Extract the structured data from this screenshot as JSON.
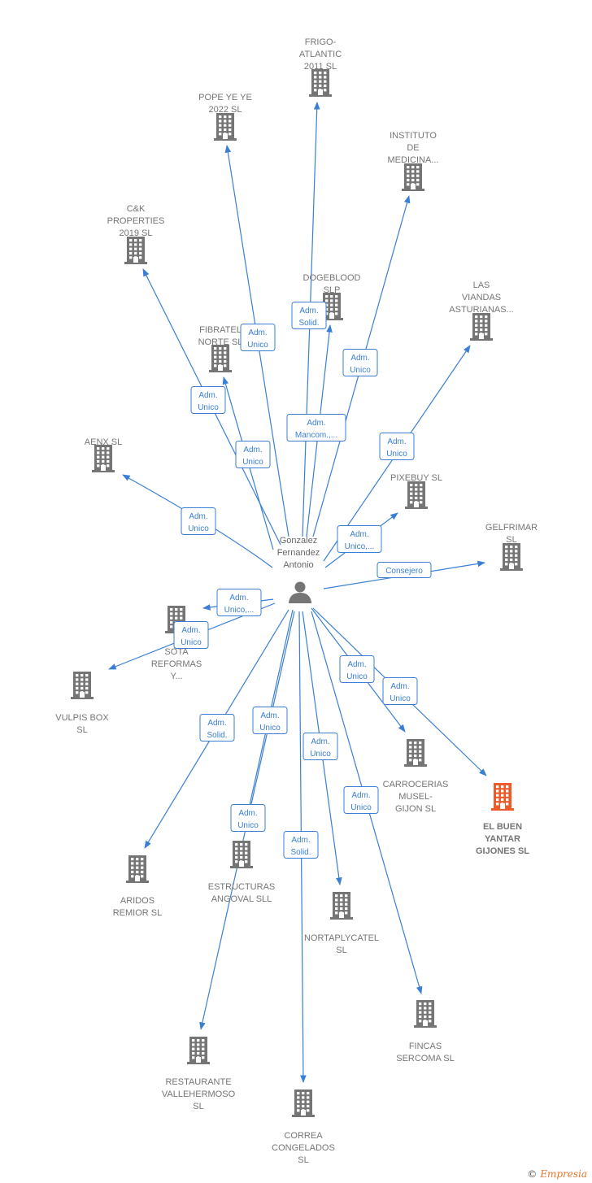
{
  "colors": {
    "edge": "#3a7fd5",
    "building": "#757575",
    "focus": "#f05a28",
    "person": "#757575",
    "label": "#757575"
  },
  "center": {
    "name": [
      "Gonzalez",
      "Fernandez",
      "Antonio"
    ],
    "icon": "person-icon"
  },
  "footer": {
    "copyright": "©",
    "brand": "Empresia"
  },
  "nodes": [
    {
      "id": "frigo",
      "label": [
        "FRIGO-",
        "ATLANTIC",
        "2011 SL"
      ],
      "icon": "building-icon"
    },
    {
      "id": "popeye",
      "label": [
        "POPE YE YE",
        "2022  SL"
      ],
      "icon": "building-icon"
    },
    {
      "id": "instituto",
      "label": [
        "INSTITUTO",
        "DE",
        "MEDICINA..."
      ],
      "icon": "building-icon"
    },
    {
      "id": "ck",
      "label": [
        "C&K",
        "PROPERTIES",
        "2019  SL"
      ],
      "icon": "building-icon"
    },
    {
      "id": "dogeblood",
      "label": [
        "DOGEBLOOD",
        "SLP"
      ],
      "icon": "building-icon"
    },
    {
      "id": "viandas",
      "label": [
        "LAS",
        "VIANDAS",
        "ASTURIANAS..."
      ],
      "icon": "building-icon"
    },
    {
      "id": "fibratel",
      "label": [
        "FIBRATEL",
        "NORTE  SL"
      ],
      "icon": "building-icon"
    },
    {
      "id": "aenx",
      "label": [
        "AENX  SL"
      ],
      "icon": "building-icon"
    },
    {
      "id": "pixebuy",
      "label": [
        "PIXEBUY  SL"
      ],
      "icon": "building-icon"
    },
    {
      "id": "gelfrimar",
      "label": [
        "GELFRIMAR",
        "SL"
      ],
      "icon": "building-icon"
    },
    {
      "id": "sota",
      "label": [
        "SOTA",
        "REFORMAS",
        "Y..."
      ],
      "icon": "building-icon"
    },
    {
      "id": "vulpis",
      "label": [
        "VULPIS BOX",
        "SL"
      ],
      "icon": "building-icon"
    },
    {
      "id": "carrocerias",
      "label": [
        "CARROCERIAS",
        "MUSEL-",
        "GIJON SL"
      ],
      "icon": "building-icon"
    },
    {
      "id": "buenyantar",
      "label": [
        "EL BUEN",
        "YANTAR",
        "GIJONES  SL"
      ],
      "icon": "building-icon",
      "focus": true
    },
    {
      "id": "aridos",
      "label": [
        "ARIDOS",
        "REMIOR  SL"
      ],
      "icon": "building-icon"
    },
    {
      "id": "estructuras",
      "label": [
        "ESTRUCTURAS",
        "ANGOVAL SLL"
      ],
      "icon": "building-icon"
    },
    {
      "id": "nortaply",
      "label": [
        "NORTAPLYCATEL",
        "SL"
      ],
      "icon": "building-icon"
    },
    {
      "id": "fincas",
      "label": [
        "FINCAS",
        "SERCOMA  SL"
      ],
      "icon": "building-icon"
    },
    {
      "id": "restaurante",
      "label": [
        "RESTAURANTE",
        "VALLEHERMOSO",
        "SL"
      ],
      "icon": "building-icon"
    },
    {
      "id": "correa",
      "label": [
        "CORREA",
        "CONGELADOS",
        "SL"
      ],
      "icon": "building-icon"
    }
  ],
  "edges": [
    {
      "to": "frigo",
      "label": [
        "Adm.",
        "Solid."
      ]
    },
    {
      "to": "popeye",
      "label": [
        "Adm.",
        "Unico"
      ]
    },
    {
      "to": "instituto",
      "label": [
        "Adm.",
        "Unico"
      ]
    },
    {
      "to": "ck",
      "label": [
        "Adm.",
        "Unico"
      ]
    },
    {
      "to": "dogeblood",
      "label": [
        "Adm.",
        "Mancom.,..."
      ]
    },
    {
      "to": "viandas",
      "label": [
        "Adm.",
        "Unico"
      ]
    },
    {
      "to": "fibratel",
      "label": [
        "Adm.",
        "Unico"
      ]
    },
    {
      "to": "aenx",
      "label": [
        "Adm.",
        "Unico"
      ]
    },
    {
      "to": "pixebuy",
      "label": [
        "Adm.",
        "Unico,..."
      ]
    },
    {
      "to": "gelfrimar",
      "label": [
        "Consejero"
      ]
    },
    {
      "to": "sota",
      "label": [
        "Adm.",
        "Unico,..."
      ]
    },
    {
      "to": "vulpis",
      "label": [
        "Adm.",
        "Unico"
      ]
    },
    {
      "to": "carrocerias",
      "label": [
        "Adm.",
        "Unico"
      ]
    },
    {
      "to": "buenyantar",
      "label": [
        "Adm.",
        "Unico"
      ]
    },
    {
      "to": "aridos",
      "label": [
        "Adm.",
        "Solid."
      ]
    },
    {
      "to": "estructuras",
      "label": [
        "Adm.",
        "Unico"
      ]
    },
    {
      "to": "nortaply",
      "label": [
        "Adm.",
        "Unico"
      ]
    },
    {
      "to": "fincas",
      "label": [
        "Adm.",
        "Unico"
      ]
    },
    {
      "to": "restaurante",
      "label": [
        "Adm.",
        "Unico"
      ]
    },
    {
      "to": "correa",
      "label": [
        "Adm.",
        "Solid."
      ]
    }
  ]
}
